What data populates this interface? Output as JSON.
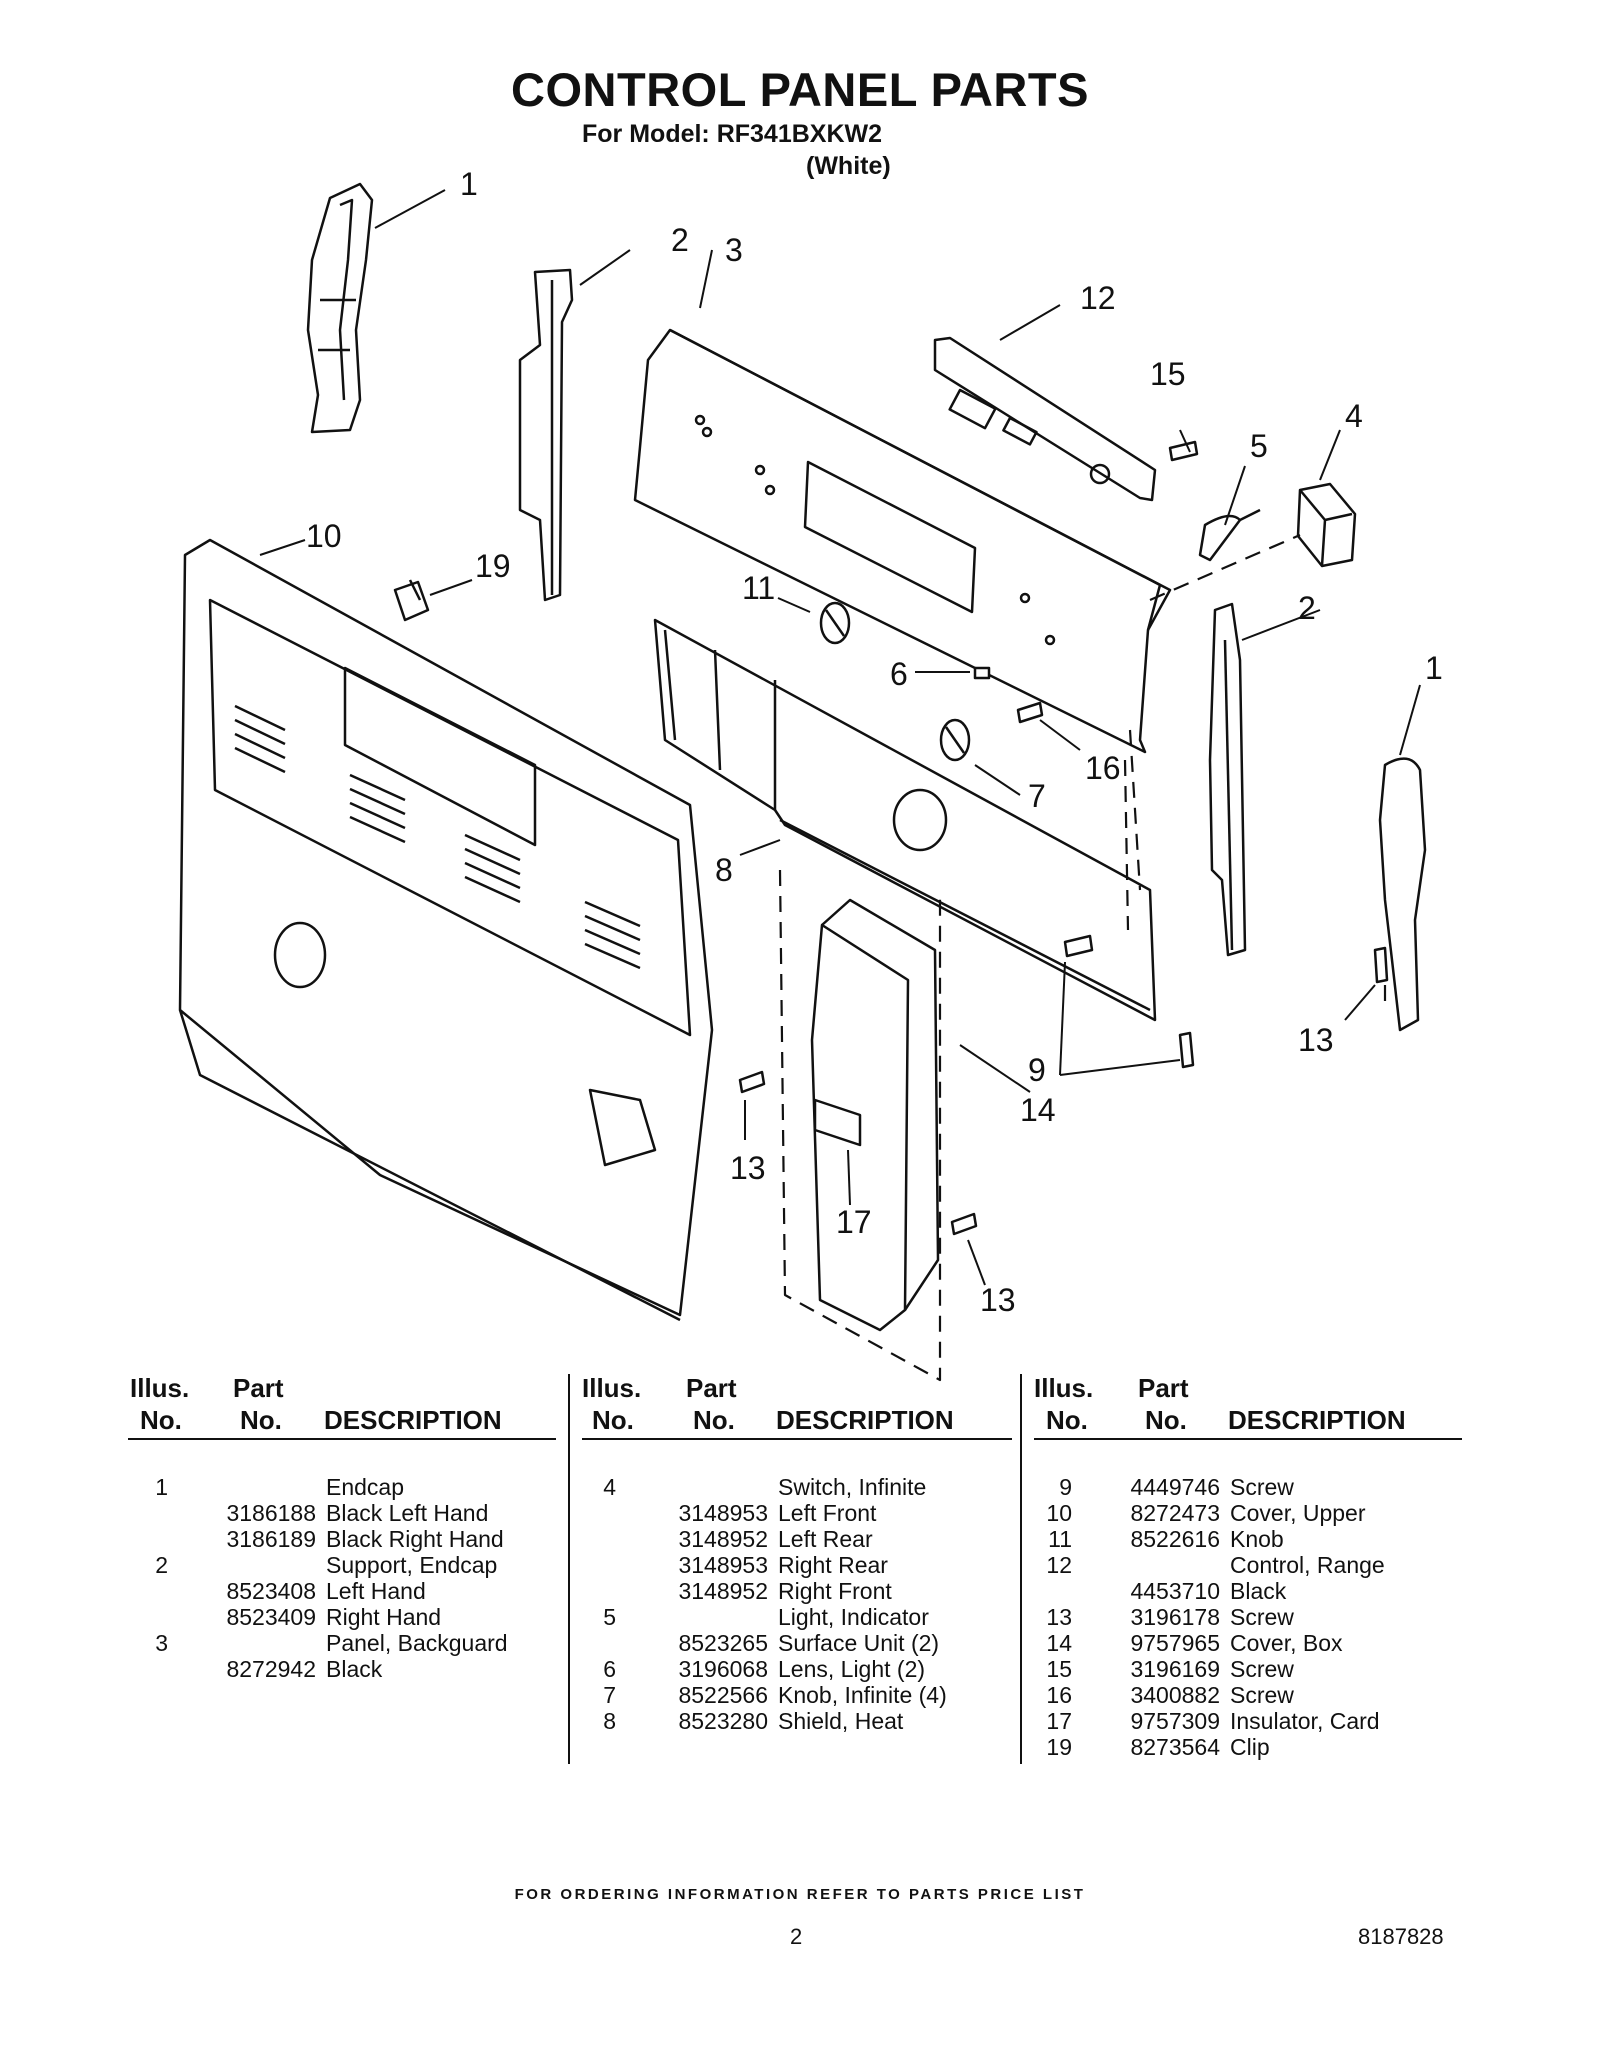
{
  "header": {
    "title": "CONTROL PANEL PARTS",
    "model_line": "For Model: RF341BXKW2",
    "color_line": "(White)"
  },
  "callouts": [
    "1",
    "2",
    "3",
    "12",
    "15",
    "4",
    "5",
    "10",
    "19",
    "11",
    "2",
    "6",
    "1",
    "16",
    "7",
    "8",
    "9",
    "13",
    "14",
    "13",
    "17",
    "13"
  ],
  "table_headers": {
    "illus": "Illus.",
    "no": "No.",
    "part": "Part",
    "part_no": "No.",
    "description": "DESCRIPTION"
  },
  "columns": [
    {
      "rows": [
        {
          "illus": "1",
          "part": "",
          "desc": "Endcap"
        },
        {
          "illus": "",
          "part": "3186188",
          "desc": "Black Left Hand"
        },
        {
          "illus": "",
          "part": "3186189",
          "desc": "Black Right Hand"
        },
        {
          "illus": "2",
          "part": "",
          "desc": "Support, Endcap"
        },
        {
          "illus": "",
          "part": "8523408",
          "desc": "Left Hand"
        },
        {
          "illus": "",
          "part": "8523409",
          "desc": "Right Hand"
        },
        {
          "illus": "3",
          "part": "",
          "desc": "Panel, Backguard"
        },
        {
          "illus": "",
          "part": "8272942",
          "desc": "Black"
        }
      ]
    },
    {
      "rows": [
        {
          "illus": "4",
          "part": "",
          "desc": "Switch, Infinite"
        },
        {
          "illus": "",
          "part": "3148953",
          "desc": "Left Front"
        },
        {
          "illus": "",
          "part": "3148952",
          "desc": "Left Rear"
        },
        {
          "illus": "",
          "part": "3148953",
          "desc": "Right Rear"
        },
        {
          "illus": "",
          "part": "3148952",
          "desc": "Right Front"
        },
        {
          "illus": "5",
          "part": "",
          "desc": "Light, Indicator"
        },
        {
          "illus": "",
          "part": "8523265",
          "desc": "Surface Unit (2)"
        },
        {
          "illus": "6",
          "part": "3196068",
          "desc": "Lens, Light (2)"
        },
        {
          "illus": "7",
          "part": "8522566",
          "desc": "Knob, Infinite (4)"
        },
        {
          "illus": "8",
          "part": "8523280",
          "desc": "Shield, Heat"
        }
      ]
    },
    {
      "rows": [
        {
          "illus": "9",
          "part": "4449746",
          "desc": "Screw"
        },
        {
          "illus": "10",
          "part": "8272473",
          "desc": "Cover, Upper"
        },
        {
          "illus": "11",
          "part": "8522616",
          "desc": "Knob"
        },
        {
          "illus": "12",
          "part": "",
          "desc": "Control, Range"
        },
        {
          "illus": "",
          "part": "4453710",
          "desc": "Black"
        },
        {
          "illus": "13",
          "part": "3196178",
          "desc": "Screw"
        },
        {
          "illus": "14",
          "part": "9757965",
          "desc": "Cover, Box"
        },
        {
          "illus": "15",
          "part": "3196169",
          "desc": "Screw"
        },
        {
          "illus": "16",
          "part": "3400882",
          "desc": "Screw"
        },
        {
          "illus": "17",
          "part": "9757309",
          "desc": "Insulator, Card"
        },
        {
          "illus": "19",
          "part": "8273564",
          "desc": "Clip"
        }
      ]
    }
  ],
  "footer": {
    "ordering_note": "FOR ORDERING INFORMATION REFER TO PARTS PRICE LIST",
    "page_number": "2",
    "document_number": "8187828"
  }
}
